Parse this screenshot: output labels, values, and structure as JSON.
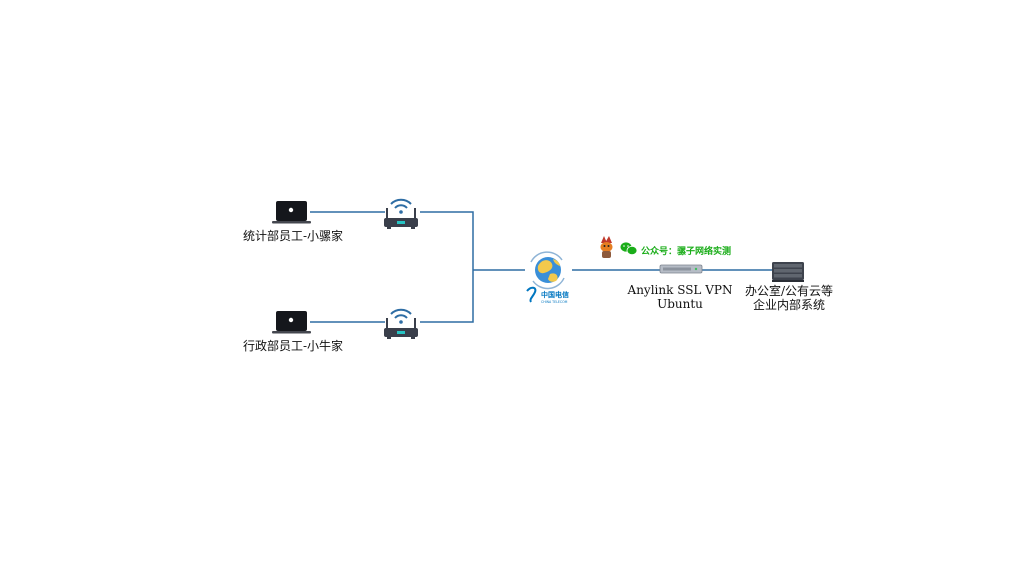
{
  "nodes": {
    "laptop_top": {
      "label": "统计部员工-小骡家"
    },
    "laptop_bottom": {
      "label": "行政部员工-小牛家"
    },
    "router_top": {
      "icon": "wifi-router-icon"
    },
    "router_bottom": {
      "icon": "wifi-router-icon"
    },
    "isp": {
      "icon": "china-telecom-logo",
      "logo_text": "中国电信",
      "logo_sub": "CHINA TELECOM"
    },
    "vpn_server": {
      "label_line1": "Anylink SSL VPN",
      "label_line2": "Ubuntu"
    },
    "internal": {
      "label_line1": "办公室/公有云等",
      "label_line2": "企业内部系统"
    }
  },
  "watermark": {
    "text": "公众号：骡子网络实测"
  },
  "colors": {
    "link": "#2e6da4",
    "device": "#3a3f4b",
    "router_led": "#27c4c4",
    "wechat": "#1aad19",
    "telecom": "#0076c0"
  }
}
